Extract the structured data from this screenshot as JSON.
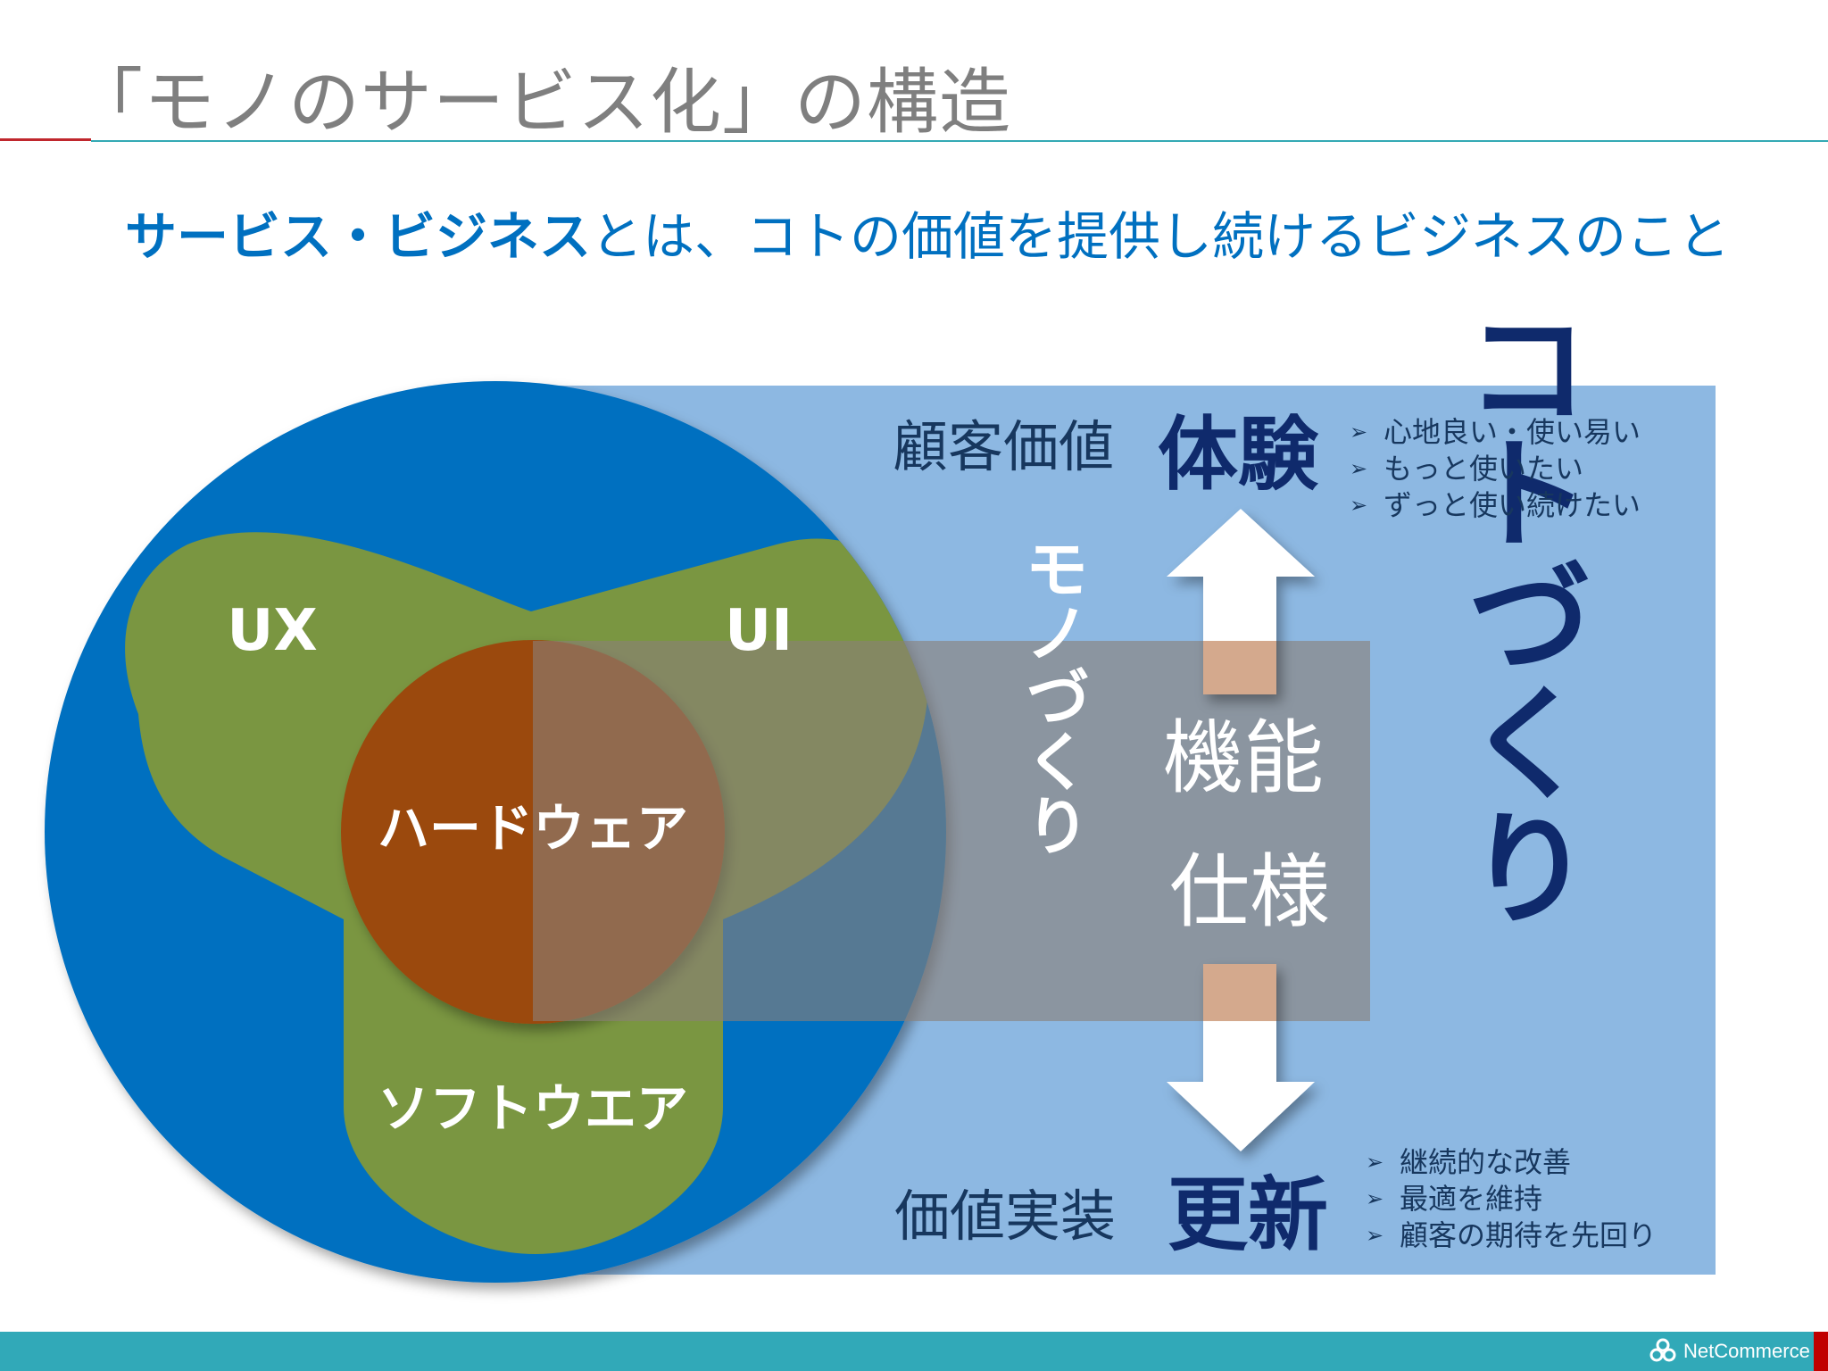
{
  "title": "「モノのサービス化」の構造",
  "subtitle": {
    "strong": "サービス・ビジネス",
    "rest": "とは、コトの価値を提供し続けるビジネスのこと"
  },
  "diagram": {
    "circle_labels": {
      "ux": "UX",
      "ui": "UI",
      "hardware": "ハードウェア",
      "software": "ソフトウエア"
    },
    "monozukuri": "モノづくり",
    "center_box": {
      "line1": "機能",
      "line2": "仕様"
    },
    "kotozukuri": "コトづくり",
    "top": {
      "label": "顧客価値",
      "strong": "体験",
      "bullets": [
        "心地良い・使い易い",
        "もっと使いたい",
        "ずっと使い続けたい"
      ]
    },
    "bottom": {
      "label": "価値実装",
      "strong": "更新",
      "bullets": [
        "継続的な改善",
        "最適を維持",
        "顧客の期待を先回り"
      ]
    }
  },
  "footer": {
    "logo_text": "NetCommerce"
  },
  "colors": {
    "title_gray": "#7f7f7f",
    "accent_blue": "#0070c0",
    "light_blue_panel": "#8db8e2",
    "dark_navy": "#0f2a6c",
    "green": "#7a9641",
    "hardware_brown": "#9b480b",
    "gray_box": "#8a7f77",
    "footer_teal": "#31a9b8",
    "red": "#c0272d"
  }
}
